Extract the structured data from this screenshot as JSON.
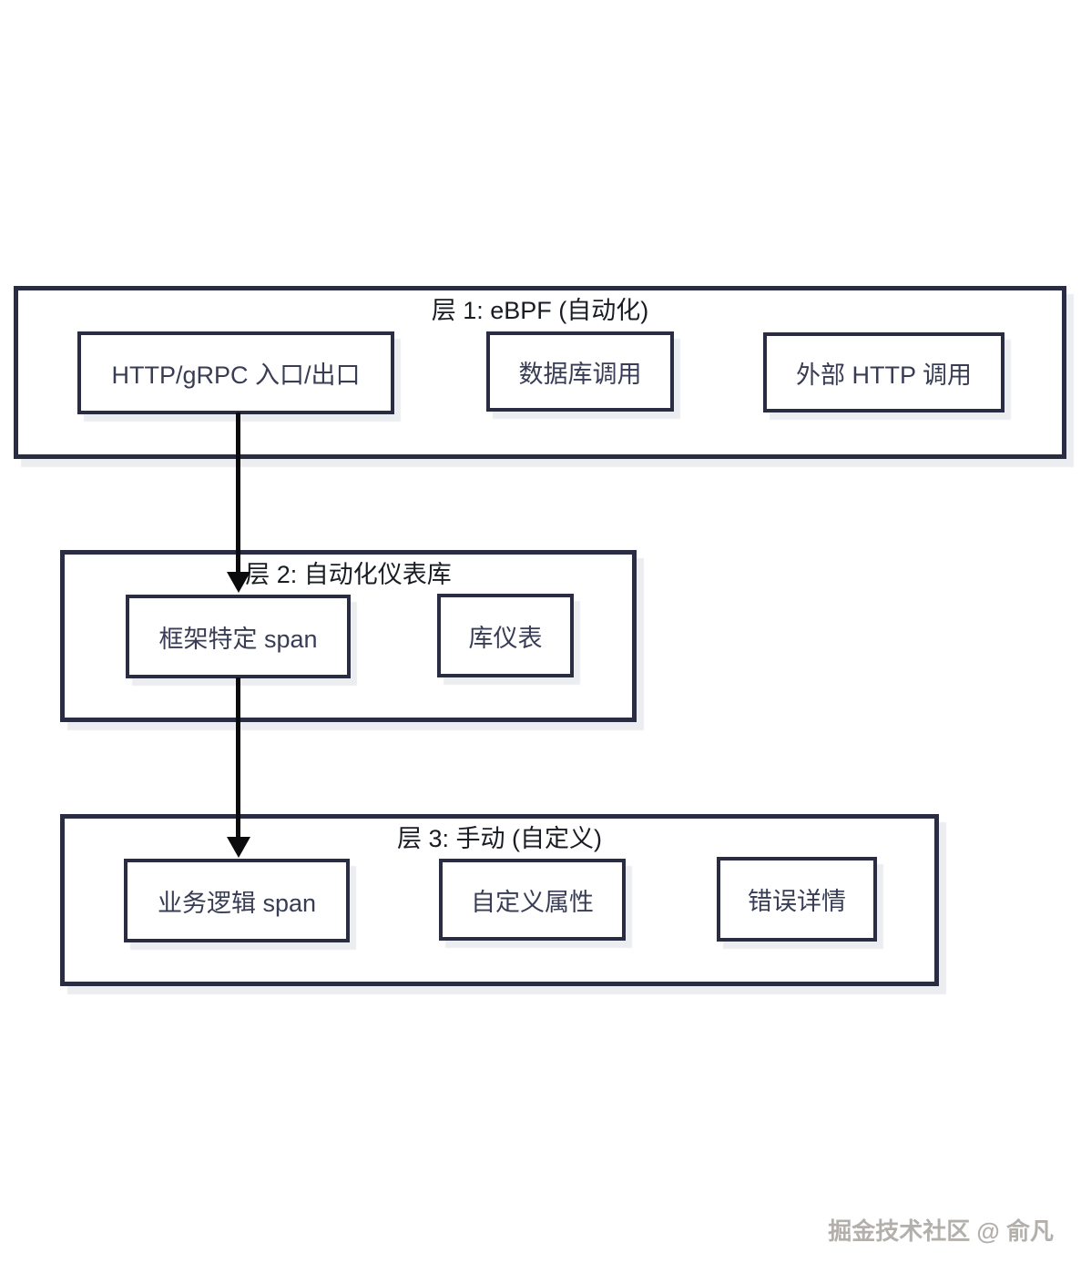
{
  "diagram": {
    "layers": [
      {
        "title": "层 1: eBPF (自动化)",
        "boxes": [
          {
            "label": "HTTP/gRPC 入口/出口"
          },
          {
            "label": "数据库调用"
          },
          {
            "label": "外部 HTTP 调用"
          }
        ]
      },
      {
        "title": "层 2: 自动化仪表库",
        "boxes": [
          {
            "label": "框架特定 span"
          },
          {
            "label": "库仪表"
          }
        ]
      },
      {
        "title": "层 3: 手动 (自定义)",
        "boxes": [
          {
            "label": "业务逻辑 span"
          },
          {
            "label": "自定义属性"
          },
          {
            "label": "错误详情"
          }
        ]
      }
    ],
    "connections": [
      {
        "from": "HTTP/gRPC 入口/出口",
        "to": "框架特定 span"
      },
      {
        "from": "框架特定 span",
        "to": "业务逻辑 span"
      }
    ],
    "watermark": "掘金技术社区 @ 俞凡"
  },
  "colors": {
    "border": "#2a2d42",
    "label_text": "#383d55",
    "title_text": "#1a1c24",
    "arrow": "#0b0b0d",
    "shadow": "#ebedf1",
    "background": "#ffffff",
    "watermark_text": "#b3b0ab"
  }
}
